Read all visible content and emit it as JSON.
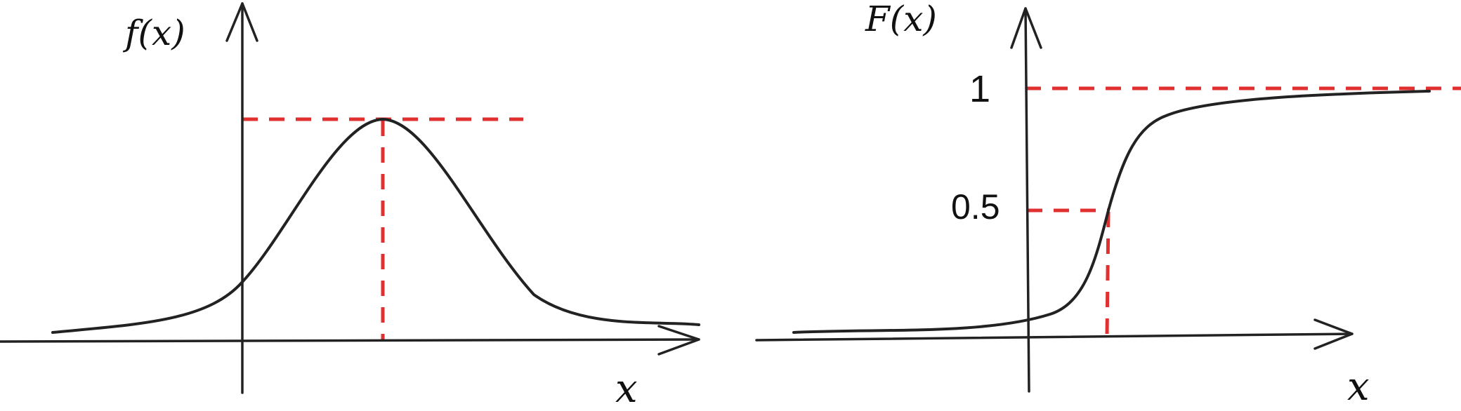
{
  "colors": {
    "curve": "#222222",
    "guide": "#e03030"
  },
  "pdf_panel": {
    "y_axis_label": "f(x)",
    "x_axis_label": "x"
  },
  "cdf_panel": {
    "y_axis_label": "F(x)",
    "x_axis_label": "x",
    "tick_one": "1",
    "tick_half": "0.5"
  }
}
